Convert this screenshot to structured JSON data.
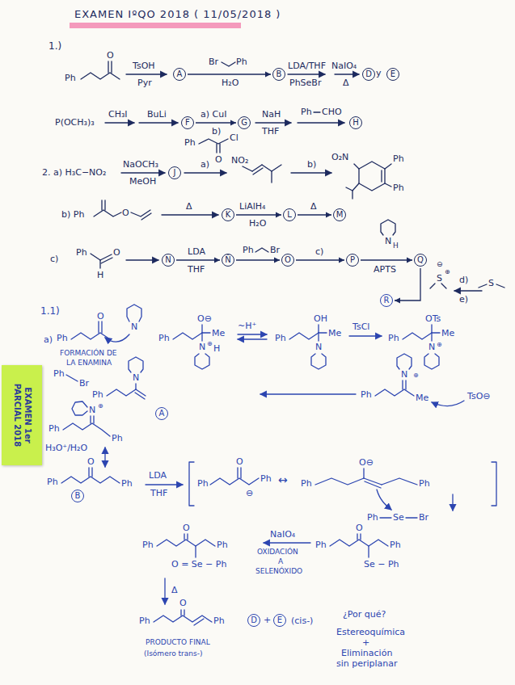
{
  "diagram": {
    "title": "EXAMEN IºQO 2018 ( 11/05/2018 )",
    "nodes": [
      {
        "text": [
          "A"
        ]
      },
      {
        "text": [
          "B"
        ]
      },
      {
        "text": [
          "D"
        ]
      },
      {
        "text": [
          "E"
        ]
      },
      {
        "text": [
          "F"
        ]
      },
      {
        "text": [
          "G"
        ]
      },
      {
        "text": [
          "H"
        ]
      },
      {
        "text": [
          "J"
        ]
      },
      {
        "text": [
          "K"
        ]
      },
      {
        "text": [
          "L"
        ]
      },
      {
        "text": [
          "M"
        ]
      },
      {
        "text": [
          "N"
        ]
      },
      {
        "text": [
          "Ñ"
        ]
      },
      {
        "text": [
          "O"
        ]
      },
      {
        "text": [
          "P"
        ]
      },
      {
        "text": [
          "Q"
        ]
      },
      {
        "text": [
          "R"
        ]
      },
      {
        "text": [
          "EXAMEN 1er PARCIAL 2018"
        ]
      },
      {
        "text": [
          "A"
        ]
      },
      {
        "text": [
          "B"
        ]
      },
      {
        "text": [
          "D"
        ]
      },
      {
        "text": [
          "E"
        ]
      }
    ],
    "edges": [
      {
        "from": 0,
        "to": 1,
        "arrow": "to"
      },
      {
        "from": 4,
        "to": 5,
        "arrow": "to"
      },
      {
        "from": 8,
        "to": 9,
        "arrow": "to"
      },
      {
        "from": 9,
        "to": 10,
        "arrow": "to"
      },
      {
        "from": 11,
        "to": 12,
        "arrow": "to"
      },
      {
        "from": 12,
        "to": 13,
        "arrow": "to"
      },
      {
        "from": 13,
        "to": 14,
        "arrow": "to"
      },
      {
        "from": 14,
        "to": 15,
        "arrow": "to"
      },
      {
        "from": 15,
        "to": 16,
        "arrow": "to"
      }
    ],
    "labels": [
      "1.)",
      "Ph",
      "O",
      "TsOH",
      "Pyr",
      "Br",
      "Ph",
      "H₂O",
      "LDA/THF",
      "PhSeBr",
      "NaIO₄",
      "Δ",
      "y",
      "P(OCH₃)₃",
      "CH₃I",
      "BuLi",
      "a) CuI",
      "b)",
      "Ph",
      "O",
      "Cl",
      "NaH",
      "THF",
      "Ph",
      "CHO",
      "2. a) H₃C−NO₂",
      "NaOCH₃",
      "MeOH",
      "a)",
      "NO₂",
      "b)",
      "O₂N",
      "Ph",
      "Ph",
      "b) Ph",
      "O",
      "Δ",
      "LiAlH₄",
      "H₂O",
      "Δ",
      "c)",
      "Ph",
      "O",
      "H",
      "LDA",
      "THF",
      "Ph",
      "Br",
      "c)",
      "N",
      "H",
      "APTS",
      "⊖",
      "S",
      "⊕",
      "d)",
      "e)",
      "S",
      "1.1)",
      "a)",
      "Ph",
      "O",
      "N",
      "FORMACIÓN DE",
      "LA ENAMINA",
      "Ph",
      "O⊖",
      "Me",
      "N",
      "⊕",
      "H",
      "~H⁺",
      "Ph",
      "OH",
      "Me",
      "N",
      "TsCl",
      "Ph",
      "OTs",
      "Me",
      "N",
      "⊕",
      "Ph",
      "Br",
      "Ph",
      "N",
      "Ph",
      "N",
      "⊕",
      "Me",
      "TsO⊖",
      "Ph",
      "N",
      "⊕",
      "Ph",
      "H₃O⁺/H₂O",
      "Ph",
      "O",
      "Ph",
      "LDA",
      "THF",
      "Ph",
      "O",
      "⊖",
      "Ph",
      "↔",
      "Ph",
      "O⊖",
      "Ph",
      "Ph",
      "Se",
      "Br",
      "Ph",
      "O",
      "Ph",
      "Se − Ph",
      "NaIO₄",
      "OXIDACIÓN",
      "A",
      "SELENÓXIDO",
      "Ph",
      "O",
      "Ph",
      "O = Se − Ph",
      "Δ",
      "Ph",
      "O",
      "Ph",
      "+",
      "(cis-)",
      "¿Por qué?",
      "Estereoquímica",
      "+",
      "Eliminación",
      "sin periplanar",
      "PRODUCTO FINAL",
      "(Isómero trans-)"
    ]
  }
}
